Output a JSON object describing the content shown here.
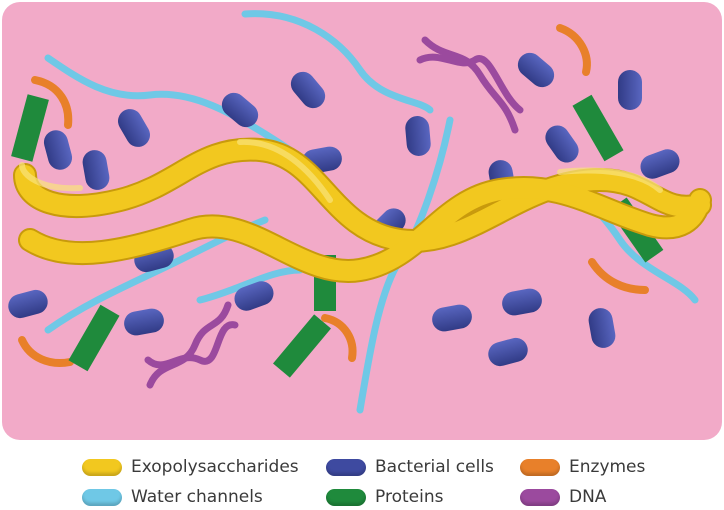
{
  "legend": [
    {
      "label": "Exopolysaccharides",
      "color": "#f2c81f",
      "icon": "exopolysaccharide-swatch"
    },
    {
      "label": "Bacterial cells",
      "color": "#3e4aa0",
      "icon": "bacterial-cell-swatch"
    },
    {
      "label": "Enzymes",
      "color": "#e8802a",
      "icon": "enzyme-swatch"
    },
    {
      "label": "Water channels",
      "color": "#6fc8e6",
      "icon": "water-channel-swatch"
    },
    {
      "label": "Proteins",
      "color": "#1f8a3c",
      "icon": "protein-swatch"
    },
    {
      "label": "DNA",
      "color": "#9b4a9e",
      "icon": "dna-swatch"
    }
  ],
  "colors": {
    "matrix_background": "#f2aac8",
    "exopolysaccharide": "#f2c81f",
    "bacterial_cell": "#3e4aa0",
    "enzyme": "#e8802a",
    "water_channel": "#6fc8e6",
    "protein": "#1f8a3c",
    "dna": "#9b4a9e"
  }
}
